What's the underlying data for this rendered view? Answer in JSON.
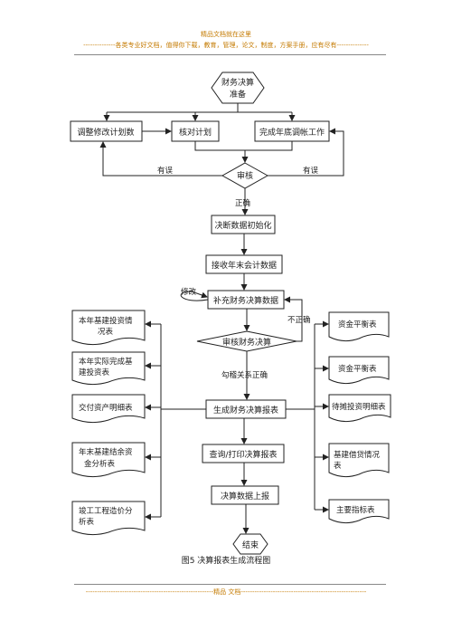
{
  "header": {
    "title": "精品文档就在这里",
    "subtitle": "--------------各类专业好文档，值得你下载，教育，管理，论文，制度，方案手册，应有尽有--------------"
  },
  "footer": {
    "text": "--------------------------------------------------------精品   文档-------------------------------------------------------"
  },
  "flow": {
    "start_line1": "财务决算",
    "start_line2": "准备",
    "adjust_plan": "调整修改计划数",
    "check_plan": "核对计划",
    "year_end_adjust": "完成年底调帐工作",
    "review": "审核",
    "yes_left": "有误",
    "yes_right": "有误",
    "correct1": "正确",
    "init_data": "决断数据初始化",
    "receive_data": "接收年末会计数据",
    "modify": "修改",
    "supplement": "补充财务决算数据",
    "incorrect": "不正确",
    "review_fin": "审核财务决算",
    "check_correct": "勾稽关系正确",
    "gen_report": "生成财务决算报表",
    "query_print": "查询/打印决算报表",
    "upload": "决算数据上报",
    "end": "结束"
  },
  "left_docs": [
    {
      "line1": "本年基建投资情",
      "line2": "况表"
    },
    {
      "line1": "本年实际完成基",
      "line2": "建投资表"
    },
    {
      "line1": "交付资产明细表",
      "line2": ""
    },
    {
      "line1": "年末基建结余资",
      "line2": "金分析表"
    },
    {
      "line1": "竣工工程造价分",
      "line2": "析表"
    }
  ],
  "right_docs": [
    {
      "line1": "资金平衡表",
      "line2": ""
    },
    {
      "line1": "资金平衡表",
      "line2": ""
    },
    {
      "line1": "待摊投资明细表",
      "line2": ""
    },
    {
      "line1": "基建借贷情况",
      "line2": "表"
    },
    {
      "line1": "主要指标表",
      "line2": ""
    }
  ],
  "caption": "图5   决算报表生成流程图"
}
